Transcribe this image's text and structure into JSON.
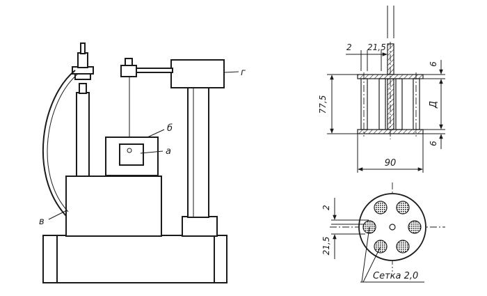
{
  "labels": {
    "a": "а",
    "b": "б",
    "v": "в",
    "g": "г"
  },
  "dimensions": {
    "top_left_small": "2",
    "top_left_large": "21,5",
    "height": "77,5",
    "top_right": "6",
    "bottom_right": "6",
    "right_letter": "Д",
    "width": "90",
    "plan_gap": "2",
    "plan_offset": "21,5"
  },
  "mesh_label": "Сетка 2,0"
}
